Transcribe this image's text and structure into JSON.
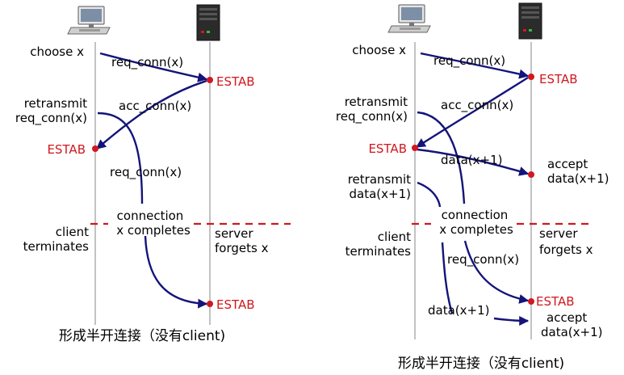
{
  "left": {
    "client_actions": {
      "choose": "choose x",
      "retransmit_1": "retransmit",
      "retransmit_2": "req_conn(x)",
      "estab": "ESTAB",
      "terminates_1": "client",
      "terminates_2": "terminates"
    },
    "server_actions": {
      "estab_1": "ESTAB",
      "forgets_1": "server",
      "forgets_2": "forgets x",
      "estab_2": "ESTAB"
    },
    "messages": {
      "req_conn": "req_conn(x)",
      "acc_conn": "acc_conn(x)",
      "req_conn_retx": "req_conn(x)"
    },
    "middle": {
      "line1": "connection",
      "line2": "x completes"
    },
    "caption": "形成半开连接（没有client)"
  },
  "right": {
    "client_actions": {
      "choose": "choose x",
      "retransmit_1": "retransmit",
      "retransmit_2": "req_conn(x)",
      "estab": "ESTAB",
      "retx_data_1": "retransmit",
      "retx_data_2": "data(x+1)",
      "terminates_1": "client",
      "terminates_2": "terminates"
    },
    "server_actions": {
      "estab_1": "ESTAB",
      "accept_1": "accept",
      "accept_2": "data(x+1)",
      "forgets_1": "server",
      "forgets_2": "forgets x",
      "estab_2": "ESTAB",
      "accept2_1": "accept",
      "accept2_2": "data(x+1)"
    },
    "messages": {
      "req_conn": "req_conn(x)",
      "acc_conn": "acc_conn(x)",
      "data": "data(x+1)",
      "req_conn_retx": "req_conn(x)",
      "data_retx": "data(x+1)"
    },
    "middle": {
      "line1": "connection",
      "line2": "x completes"
    },
    "caption": "形成半开连接（没有client)"
  },
  "icons": [
    "client-computer-icon",
    "server-tower-icon"
  ],
  "colors": {
    "arrow": "#14147a",
    "accent": "#d0181f",
    "timeline": "#9a9a9a"
  }
}
